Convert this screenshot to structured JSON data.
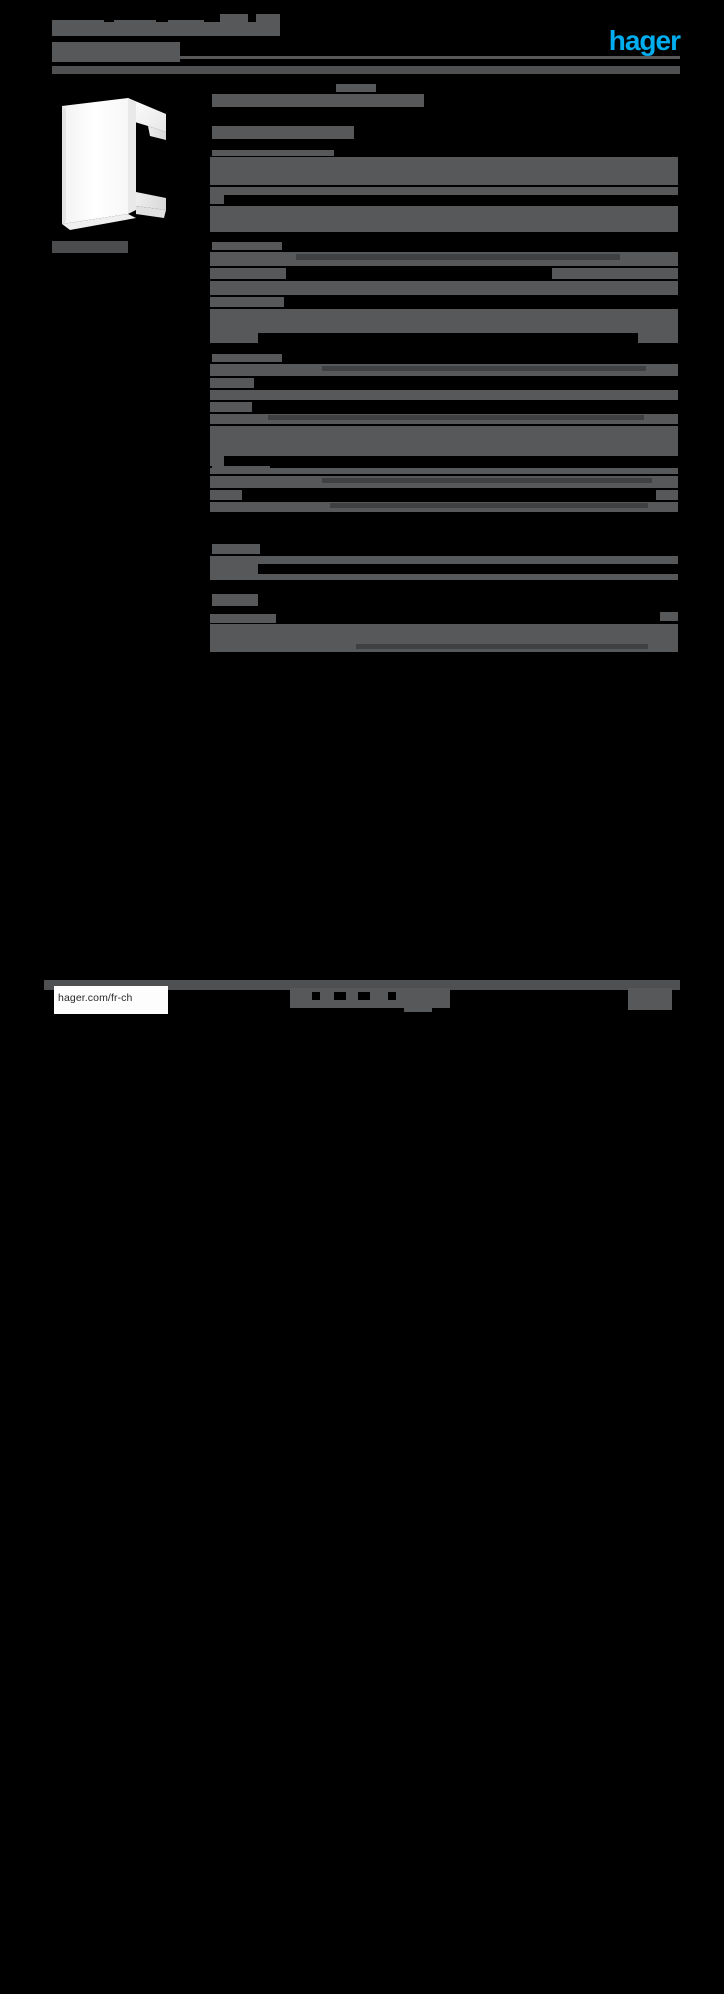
{
  "document": {
    "type": "product-datasheet",
    "brand": "hager",
    "background_color": "#000000",
    "redaction_color": "#565859",
    "accent_color": "#00AEEF"
  },
  "header": {
    "logo_text": "hager",
    "title_redacted": true,
    "title_placeholder": "",
    "subtitle_placeholder": ""
  },
  "product": {
    "image_alt": "product-photo",
    "caption_redacted": true,
    "caption_placeholder": ""
  },
  "spec_table": {
    "sections": [
      {
        "label_placeholder": "",
        "rows": [
          {
            "label_w": 168,
            "value_w": 0,
            "dots_w": 0,
            "unit_w": 0
          },
          {
            "label_w": 102,
            "value_w": 0,
            "dots_w": 0,
            "unit_w": 0
          }
        ]
      },
      {
        "label_placeholder": "",
        "rows": [
          {
            "label_w": 88,
            "value_w": 300,
            "dots_w": 0,
            "unit_w": 0
          },
          {
            "label_w": 60,
            "value_w": 0,
            "dots_w": 0,
            "unit_w": 0
          }
        ]
      },
      {
        "label_placeholder": "",
        "rows": [
          {
            "label_w": 66,
            "value_w": 320,
            "dots_w": 0,
            "unit_w": 24
          },
          {
            "label_w": 54,
            "value_w": 0,
            "dots_w": 0,
            "unit_w": 0
          },
          {
            "label_w": 58,
            "value_w": 380,
            "dots_w": 0,
            "unit_w": 0
          }
        ]
      },
      {
        "label_placeholder": "",
        "rows": [
          {
            "label_w": 96,
            "value_w": 330,
            "dots_w": 0,
            "unit_w": 14
          },
          {
            "label_w": 40,
            "value_w": 0,
            "dots_w": 0,
            "unit_w": 0
          },
          {
            "label_w": 52,
            "value_w": 386,
            "dots_w": 0,
            "unit_w": 0
          }
        ]
      },
      {
        "label_placeholder": "",
        "rows": [
          {
            "label_w": 48,
            "value_w": 324,
            "dots_w": 0,
            "unit_w": 12
          },
          {
            "label_w": 48,
            "value_w": 320,
            "dots_w": 0,
            "unit_w": 12
          }
        ]
      },
      {
        "label_placeholder": "",
        "rows": [
          {
            "label_w": 58,
            "value_w": 0,
            "dots_w": 0,
            "unit_w": 0
          }
        ]
      },
      {
        "label_placeholder": "",
        "rows": [
          {
            "label_w": 46,
            "value_w": 0,
            "dots_w": 0,
            "unit_w": 0
          },
          {
            "label_w": 66,
            "value_w": 300,
            "dots_w": 0,
            "unit_w": 10
          }
        ]
      }
    ]
  },
  "footer": {
    "url": "hager.com/fr-ch",
    "center_redacted": true,
    "center_placeholder": "",
    "page_number_redacted": true,
    "page_number_placeholder": ""
  }
}
